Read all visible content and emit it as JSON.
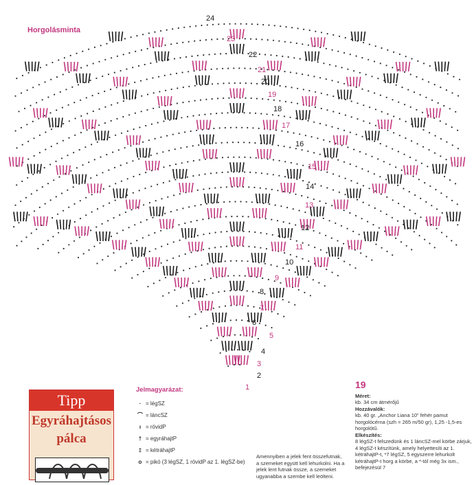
{
  "page_title": "Horgolásminta",
  "row_numbers": [
    "1",
    "2",
    "3",
    "4",
    "5",
    "6",
    "7",
    "8",
    "9",
    "10",
    "11",
    "12",
    "13",
    "14",
    "15",
    "16",
    "17",
    "18",
    "19",
    "20",
    "21",
    "22",
    "23",
    "24"
  ],
  "colors": {
    "pink": "#c2377f",
    "black": "#1a1a1a",
    "tip_red": "#d8352a",
    "tip_bg": "#f7e4cf"
  },
  "tip": {
    "header": "Tipp",
    "subtitle_line1": "Egyráhajtásos",
    "subtitle_line2": "pálca"
  },
  "legend": {
    "title": "Jelmagyarázat:",
    "items": [
      {
        "icon": "dot-icon",
        "symbol": "·",
        "text": "= légSZ"
      },
      {
        "icon": "arc-icon",
        "symbol": "⌒",
        "text": "= láncSZ"
      },
      {
        "icon": "bar-icon",
        "symbol": "ı",
        "text": "= rövidP"
      },
      {
        "icon": "dagger-icon",
        "symbol": "†",
        "text": "= egyráhajtP"
      },
      {
        "icon": "double-dagger-icon",
        "symbol": "‡",
        "text": "= kétráhajtP"
      },
      {
        "icon": "circle-icon",
        "symbol": "o",
        "text": "= pikó (3 légSZ, 1 rövidP az 1. légSZ-be)"
      }
    ]
  },
  "note": "Amennyiben a jelek fent összefutnak, a szemeket együtt kell lehurkolni. Ha a jelek lent futnak össze, a szemeket ugyanabba a szembe kell leölteni.",
  "info": {
    "number": "19",
    "size_label": "Méret:",
    "size_text": "kb. 34 cm átmérőjű",
    "materials_label": "Hozzávalók:",
    "materials_text": "kb. 40 gr. „Anchor Liana 10\" fehér pamut horgolócérna (szh = 265 m/50 gr), 1,25 -1,5-es horgolótű.",
    "method_label": "Elkészítés:",
    "method_text": "8 légSZ-t felszedünk és 1 láncSZ-mel körbe zárjuk, 4 légSZ-t készítünk, amely helyettesíti az 1. kétráhajtP-t, *7 légSZ, 5 egyszerre lehurkolt kétráhajtP-t horg a körbe, a *-tól még 3x ism., befejezésül 7"
  }
}
